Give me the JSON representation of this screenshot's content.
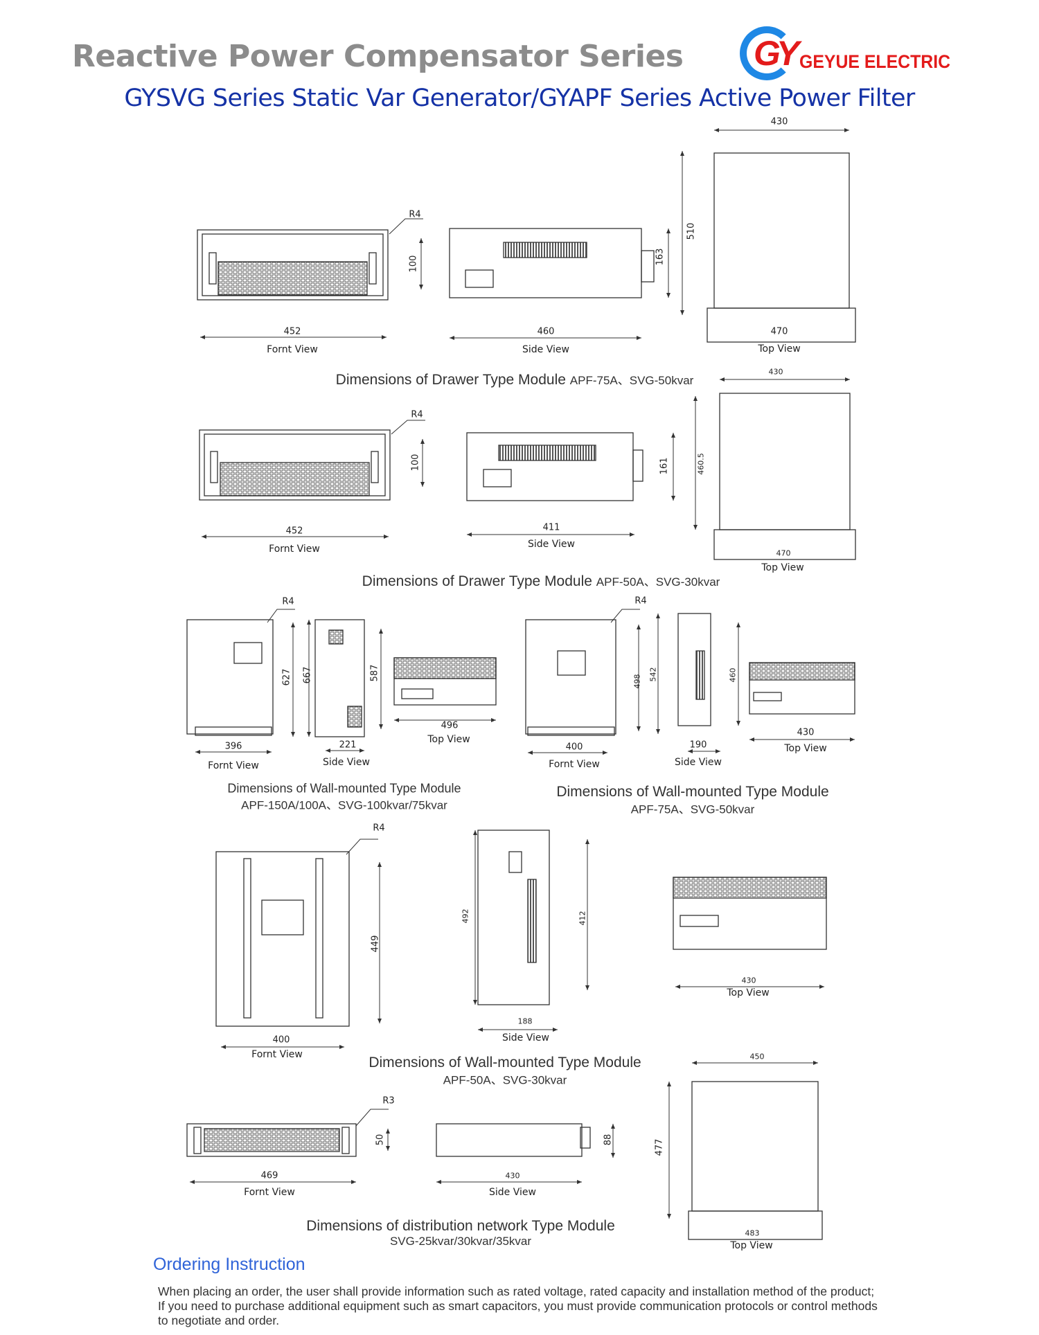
{
  "header": {
    "title": "Reactive Power Compensator Series",
    "subtitle": "GYSVG Series Static Var Generator/GYAPF Series Active Power Filter",
    "logo": {
      "mark": "GY",
      "text": "GEYUE ELECTRIC"
    }
  },
  "view_labels": {
    "front": "Fornt View",
    "side": "Side View",
    "top": "Top View"
  },
  "sections": [
    {
      "caption_main": "Dimensions of Drawer Type Module ",
      "caption_model": "APF-75A、SVG-50kvar",
      "dims": {
        "r": "R4",
        "front_h": "100",
        "front_w": "452",
        "side_h": "163",
        "side_w": "460",
        "top_w": "430",
        "top_h": "510",
        "top_base": "470"
      }
    },
    {
      "caption_main": "Dimensions of Drawer Type Module ",
      "caption_model": "APF-50A、SVG-30kvar",
      "dims": {
        "r": "R4",
        "front_h": "100",
        "front_w": "452",
        "side_h": "161",
        "side_w": "411",
        "top_w": "430",
        "top_h": "460.5",
        "top_base": "470"
      }
    },
    {
      "caption_main": "Dimensions of Wall-mounted Type Module",
      "caption_model": "APF-150A/100A、SVG-100kvar/75kvar",
      "dims": {
        "r": "R4",
        "front_h": "627",
        "front_w": "396",
        "side_h1": "667",
        "side_h2": "587",
        "side_w": "221",
        "top_w": "496"
      }
    },
    {
      "caption_main": "Dimensions of Wall-mounted Type Module",
      "caption_model": "APF-75A、SVG-50kvar",
      "dims": {
        "r": "R4",
        "front_h": "498",
        "front_w": "400",
        "side_h1": "542",
        "side_h2": "460",
        "side_w": "190",
        "top_w": "430"
      }
    },
    {
      "caption_main": "Dimensions of Wall-mounted Type Module",
      "caption_model": "APF-50A、SVG-30kvar",
      "dims": {
        "r": "R4",
        "front_h": "449",
        "front_w": "400",
        "side_h1": "492",
        "side_h2": "412",
        "side_w": "188",
        "top_w": "430"
      }
    },
    {
      "caption_main": "Dimensions of distribution network Type Module",
      "caption_model": "SVG-25kvar/30kvar/35kvar",
      "dims": {
        "r": "R3",
        "front_h": "50",
        "front_w": "469",
        "side_h": "88",
        "side_w": "430",
        "top_w": "450",
        "top_h": "477",
        "top_base": "483"
      }
    }
  ],
  "ordering": {
    "heading": "Ordering Instruction",
    "lines": [
      "When placing an order, the user shall provide information such as rated voltage, rated capacity and installation method of the product;",
      "If you need to purchase additional equipment such as smart capacitors, you must provide communication protocols or control methods",
      "to negotiate and order."
    ]
  }
}
